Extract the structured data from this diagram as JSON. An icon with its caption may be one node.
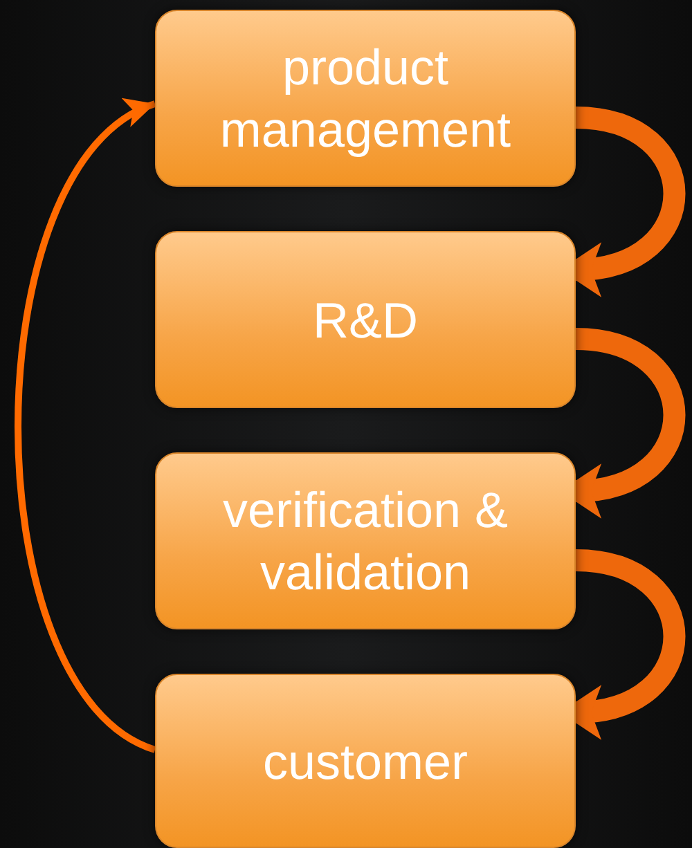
{
  "diagram": {
    "nodes": [
      {
        "text": [
          "product management"
        ]
      },
      {
        "text": [
          "R&D"
        ]
      },
      {
        "text": [
          "verification & validation"
        ]
      },
      {
        "text": [
          "customer"
        ]
      }
    ],
    "edges": [
      {
        "from": 0,
        "to": 1,
        "arrow": "to"
      },
      {
        "from": 1,
        "to": 2,
        "arrow": "to"
      },
      {
        "from": 2,
        "to": 3,
        "arrow": "to"
      },
      {
        "from": 3,
        "to": 0,
        "arrow": "to",
        "color": "#ff6a00"
      }
    ]
  }
}
